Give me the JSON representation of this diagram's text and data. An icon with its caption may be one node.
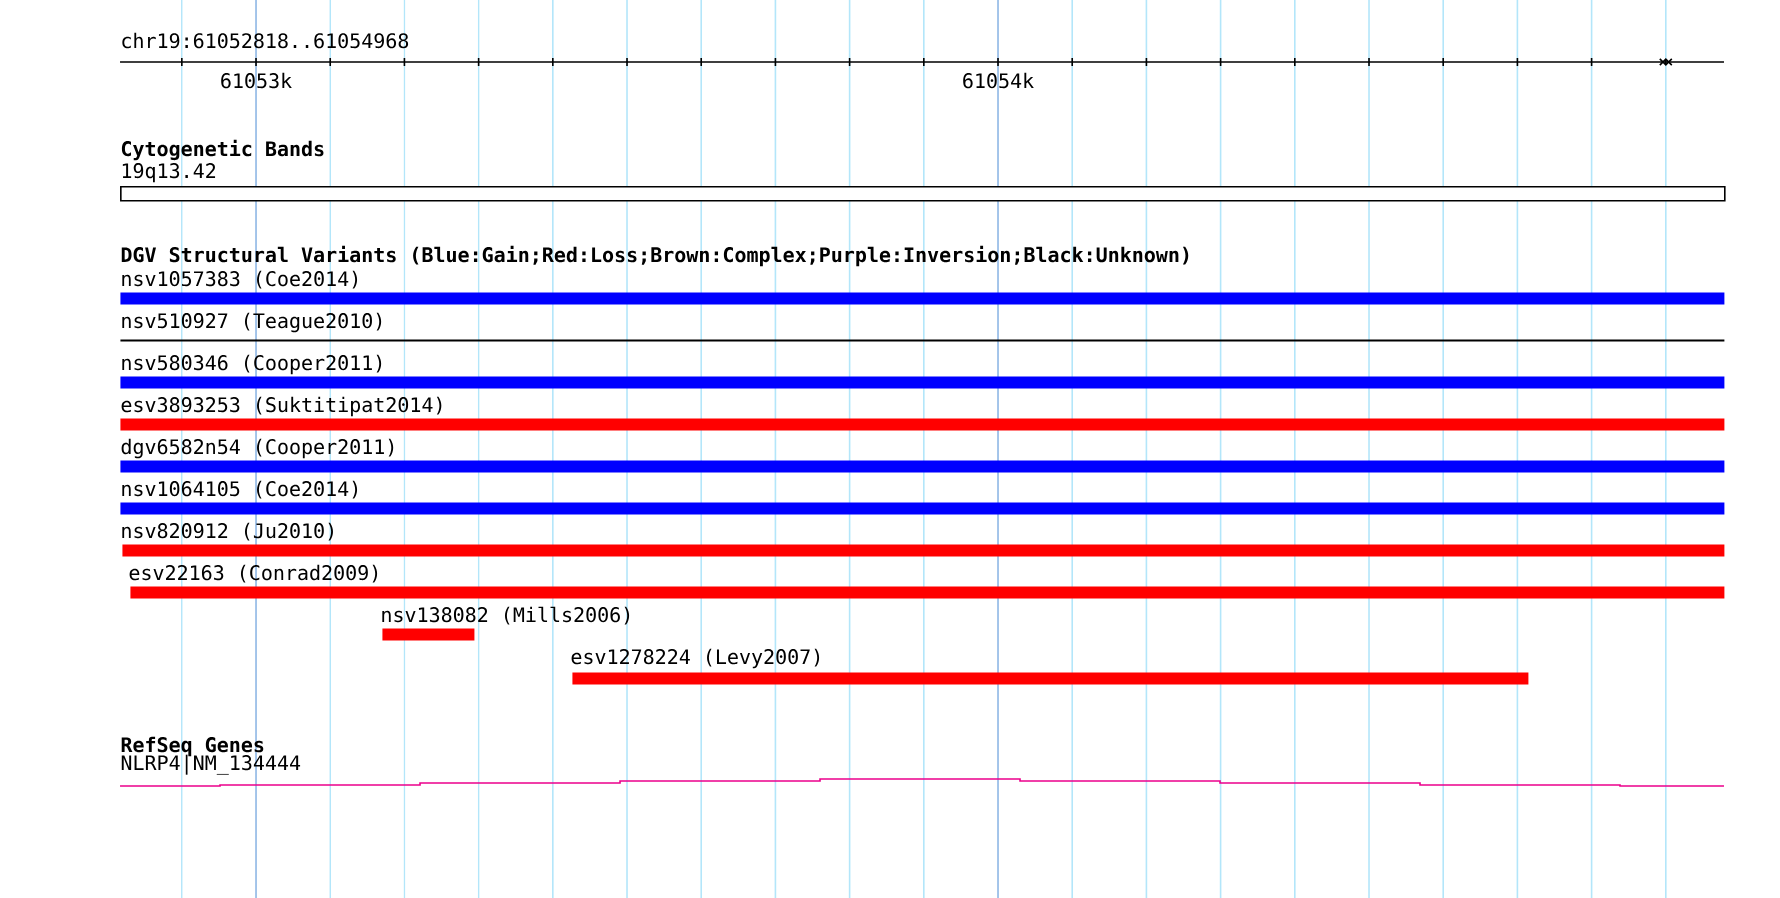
{
  "diagram": {
    "nodes": [
      {
        "text": [
          "19q13.42"
        ]
      },
      {
        "text": [
          "nsv1057383 (Coe2014)"
        ]
      },
      {
        "text": [
          "nsv510927 (Teague2010)"
        ]
      },
      {
        "text": [
          "nsv580346 (Cooper2011)"
        ]
      },
      {
        "text": [
          "esv3893253 (Suktitipat2014)"
        ]
      },
      {
        "text": [
          "dgv6582n54 (Cooper2011)"
        ]
      },
      {
        "text": [
          "nsv1064105 (Coe2014)"
        ]
      },
      {
        "text": [
          "nsv820912 (Ju2010)"
        ]
      },
      {
        "text": [
          "esv22163 (Conrad2009)"
        ]
      },
      {
        "text": [
          "nsv138082 (Mills2006)"
        ]
      },
      {
        "text": [
          "esv1278224 (Levy2007)"
        ]
      },
      {
        "text": [
          "NLRP4|NM_134444"
        ]
      }
    ],
    "labels": [
      "chr19:61052818..61054968",
      "61053k",
      "61054k",
      "Cytogenetic Bands",
      "DGV Structural Variants (Blue:Gain;Red:Loss;Brown:Complex;Purple:Inversion;Black:Unknown)",
      "RefSeq Genes"
    ]
  }
}
